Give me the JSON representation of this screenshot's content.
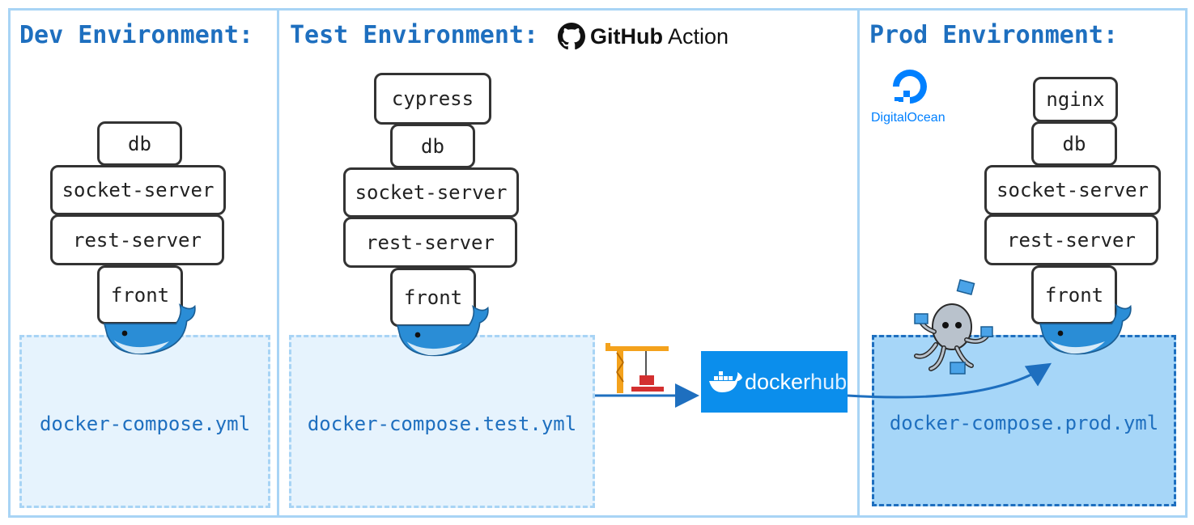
{
  "environments": {
    "dev": {
      "title": "Dev Environment:",
      "services": [
        "db",
        "socket-server",
        "rest-server",
        "front"
      ],
      "compose_file": "docker-compose.yml"
    },
    "test": {
      "title": "Test Environment:",
      "ci_brand": "GitHub",
      "ci_suffix": "Action",
      "services": [
        "cypress",
        "db",
        "socket-server",
        "rest-server",
        "front"
      ],
      "compose_file": "docker-compose.test.yml"
    },
    "prod": {
      "title": "Prod Environment:",
      "host_brand": "DigitalOcean",
      "services": [
        "nginx",
        "db",
        "socket-server",
        "rest-server",
        "front"
      ],
      "compose_file": "docker-compose.prod.yml"
    }
  },
  "registry": {
    "brand_bold": "docker",
    "brand_light": "hub"
  },
  "icons": {
    "whale": "docker-whale-icon",
    "crane": "crane-icon",
    "octopus": "docker-compose-octopus-icon",
    "github": "github-icon",
    "digitalocean": "digitalocean-icon"
  },
  "colors": {
    "accent": "#1e6fbf",
    "panel_border": "#a8d4f5",
    "compose_fill": "#e6f3fd",
    "compose_prod_fill": "#a6d6f8",
    "dockerhub": "#0b8eec",
    "whale": "#2a8dd6"
  }
}
